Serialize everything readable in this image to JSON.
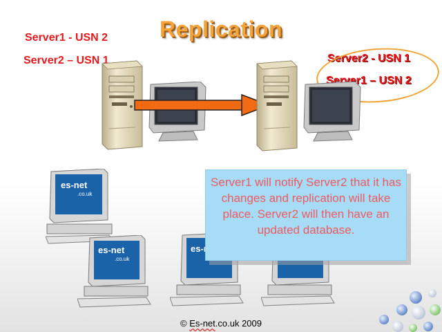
{
  "slide": {
    "title": "Replication",
    "left_server_labels": [
      "Server1 - USN 2",
      "Server2 – USN 1"
    ],
    "right_server_labels": {
      "first": "Server2 - USN 1",
      "second": "Server1 – USN 2"
    },
    "callout": "Server1 will notify Server2 that it has changes and replication will take place. Server2 will then have an updated database.",
    "footer_prefix": "© ",
    "footer_brand": "Es-net",
    "footer_suffix": ".co.uk 2009",
    "monitor_logo": "es-net",
    "monitor_logo_sub": ".co.uk"
  },
  "colors": {
    "title": "#f4a23a",
    "label_red": "#e8191d",
    "callout_bg": "#a7dcf6",
    "callout_text": "#ee5a62",
    "arrow": "#f26a12",
    "highlight_ellipse": "#f0a437"
  },
  "icons": [
    "server-tower-icon",
    "crt-monitor-icon",
    "desktop-computer-icon",
    "keyboard-icon",
    "arrow-right-icon",
    "decorative-bubbles-icon"
  ]
}
